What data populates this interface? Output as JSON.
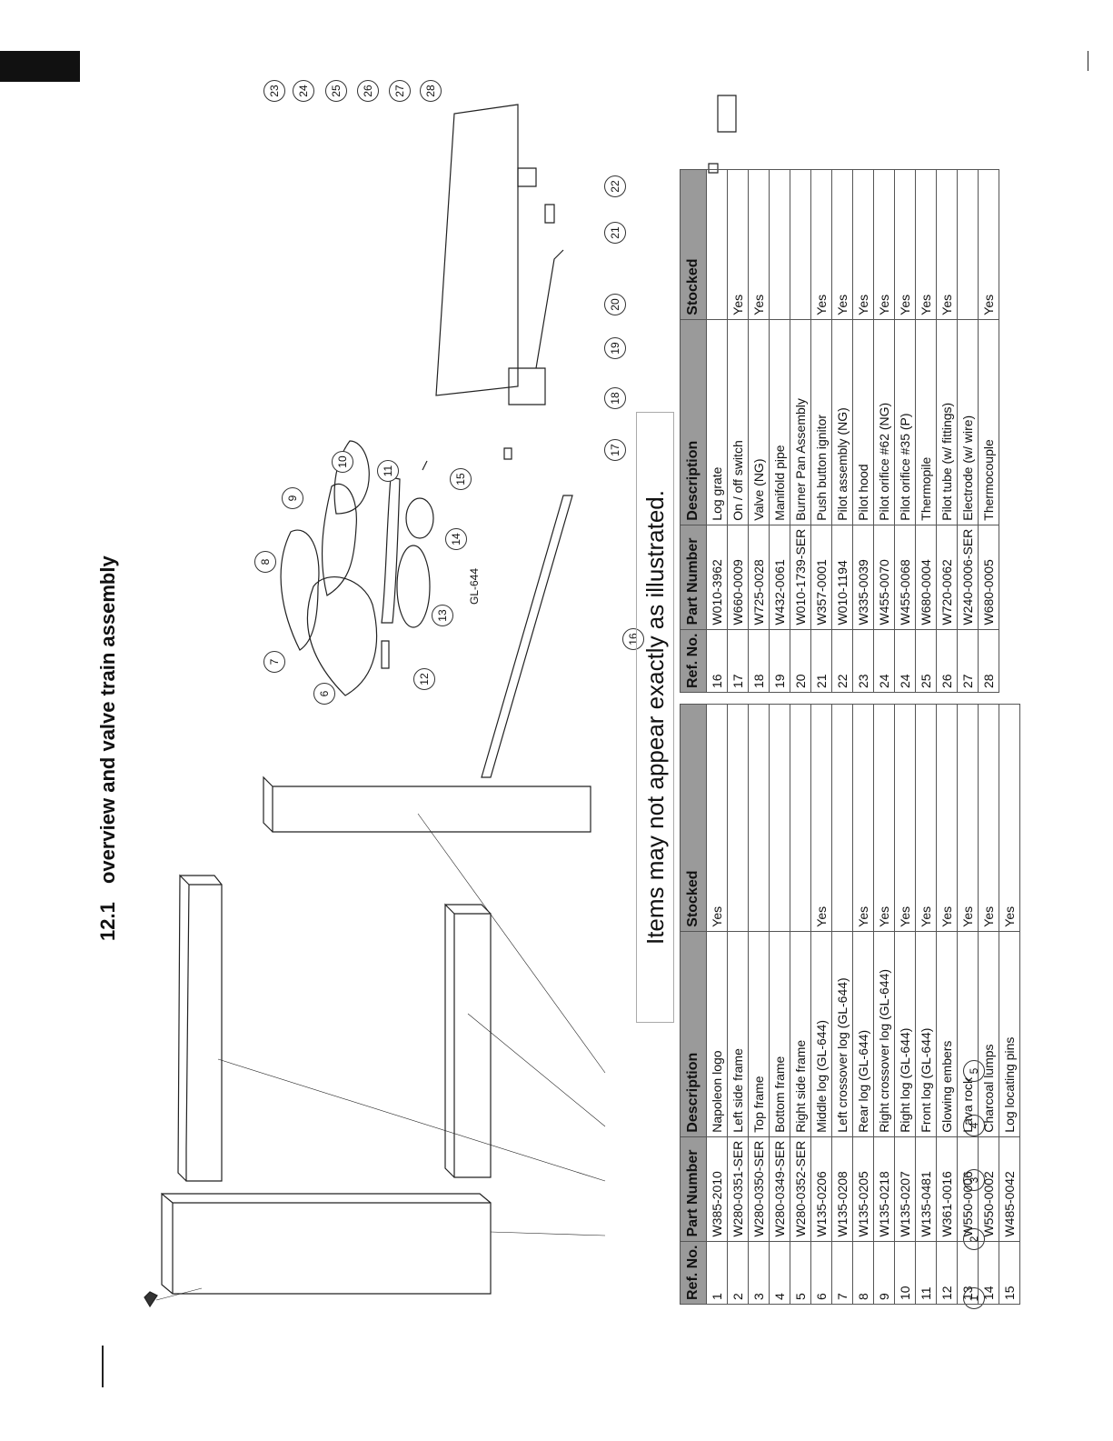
{
  "section": {
    "number": "12.1",
    "title": "overview and valve train assembly"
  },
  "notice": "Items may not appear exactly as illustrated.",
  "group_label": "GL-644",
  "columns": [
    "Ref. No.",
    "Part Number",
    "Description",
    "Stocked"
  ],
  "parts_left": [
    {
      "ref": "1",
      "part": "W385-2010",
      "desc": "Napoleon logo",
      "stocked": "Yes"
    },
    {
      "ref": "2",
      "part": "W280-0351-SER",
      "desc": "Left side frame",
      "stocked": ""
    },
    {
      "ref": "3",
      "part": "W280-0350-SER",
      "desc": "Top frame",
      "stocked": ""
    },
    {
      "ref": "4",
      "part": "W280-0349-SER",
      "desc": "Bottom frame",
      "stocked": ""
    },
    {
      "ref": "5",
      "part": "W280-0352-SER",
      "desc": "Right side frame",
      "stocked": ""
    },
    {
      "ref": "6",
      "part": "W135-0206",
      "desc": "Middle log (GL-644)",
      "stocked": "Yes"
    },
    {
      "ref": "7",
      "part": "W135-0208",
      "desc": "Left crossover log (GL-644)",
      "stocked": ""
    },
    {
      "ref": "8",
      "part": "W135-0205",
      "desc": "Rear log (GL-644)",
      "stocked": "Yes"
    },
    {
      "ref": "9",
      "part": "W135-0218",
      "desc": "Right crossover log (GL-644)",
      "stocked": "Yes"
    },
    {
      "ref": "10",
      "part": "W135-0207",
      "desc": "Right log (GL-644)",
      "stocked": "Yes"
    },
    {
      "ref": "11",
      "part": "W135-0481",
      "desc": "Front log (GL-644)",
      "stocked": "Yes"
    },
    {
      "ref": "12",
      "part": "W361-0016",
      "desc": "Glowing embers",
      "stocked": "Yes"
    },
    {
      "ref": "13",
      "part": "W550-0006",
      "desc": "Lava rock",
      "stocked": "Yes"
    },
    {
      "ref": "14",
      "part": "W550-0002",
      "desc": "Charcoal lumps",
      "stocked": "Yes"
    },
    {
      "ref": "15",
      "part": "W485-0042",
      "desc": "Log locating pins",
      "stocked": "Yes"
    }
  ],
  "parts_right": [
    {
      "ref": "16",
      "part": "W010-3962",
      "desc": "Log grate",
      "stocked": ""
    },
    {
      "ref": "17",
      "part": "W660-0009",
      "desc": "On / off switch",
      "stocked": "Yes"
    },
    {
      "ref": "18",
      "part": "W725-0028",
      "desc": "Valve (NG)",
      "stocked": "Yes"
    },
    {
      "ref": "19",
      "part": "W432-0061",
      "desc": "Manifold pipe",
      "stocked": ""
    },
    {
      "ref": "20",
      "part": "W010-1739-SER",
      "desc": "Burner Pan Assembly",
      "stocked": ""
    },
    {
      "ref": "21",
      "part": "W357-0001",
      "desc": "Push button ignitor",
      "stocked": "Yes"
    },
    {
      "ref": "22",
      "part": "W010-1194",
      "desc": "Pilot assembly (NG)",
      "stocked": "Yes"
    },
    {
      "ref": "23",
      "part": "W335-0039",
      "desc": "Pilot hood",
      "stocked": "Yes"
    },
    {
      "ref": "24",
      "part": "W455-0070",
      "desc": "Pilot orifice #62 (NG)",
      "stocked": "Yes"
    },
    {
      "ref": "24",
      "part": "W455-0068",
      "desc": "Pilot orifice #35 (P)",
      "stocked": "Yes"
    },
    {
      "ref": "25",
      "part": "W680-0004",
      "desc": "Thermopile",
      "stocked": "Yes"
    },
    {
      "ref": "26",
      "part": "W720-0062",
      "desc": "Pilot tube (w/ fittings)",
      "stocked": "Yes"
    },
    {
      "ref": "27",
      "part": "W240-0006-SER",
      "desc": "Electrode (w/ wire)",
      "stocked": ""
    },
    {
      "ref": "28",
      "part": "W680-0005",
      "desc": "Thermocouple",
      "stocked": "Yes"
    }
  ],
  "callouts": [
    "1",
    "2",
    "3",
    "4",
    "5",
    "6",
    "7",
    "8",
    "9",
    "10",
    "11",
    "12",
    "13",
    "14",
    "15",
    "16",
    "17",
    "18",
    "19",
    "20",
    "21",
    "22",
    "23",
    "24",
    "25",
    "26",
    "27",
    "28"
  ]
}
